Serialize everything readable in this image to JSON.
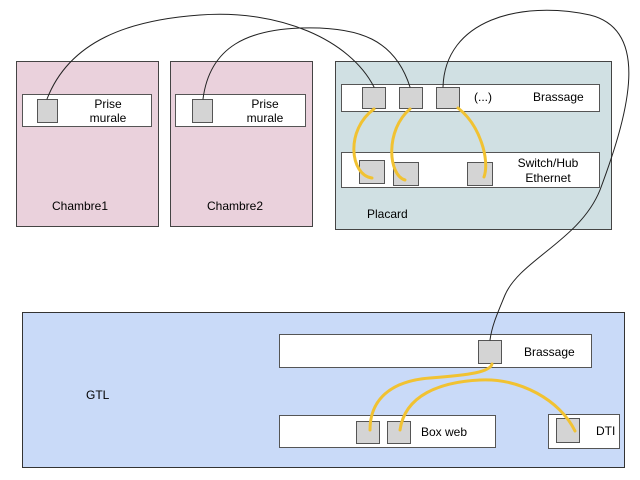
{
  "rooms": [
    {
      "label": "Chambre1",
      "outlet_label_line1": "Prise",
      "outlet_label_line2": "murale"
    },
    {
      "label": "Chambre2",
      "outlet_label_line1": "Prise",
      "outlet_label_line2": "murale"
    }
  ],
  "placard": {
    "label": "Placard",
    "patch_panel": {
      "ellipsis": "(...)",
      "label": "Brassage"
    },
    "switch": {
      "label_line1": "Switch/Hub",
      "label_line2": "Ethernet"
    }
  },
  "gtl": {
    "label": "GTL",
    "patch_panel_label": "Brassage",
    "box_label": "Box web",
    "dti_label": "DTI"
  },
  "colors": {
    "room_fill": "#ead1dc",
    "placard_fill": "#d0e0e3",
    "gtl_fill": "#c9daf8",
    "port_fill": "#d4d4d4",
    "cable": "#222222",
    "patch_cord": "#f1c232"
  }
}
